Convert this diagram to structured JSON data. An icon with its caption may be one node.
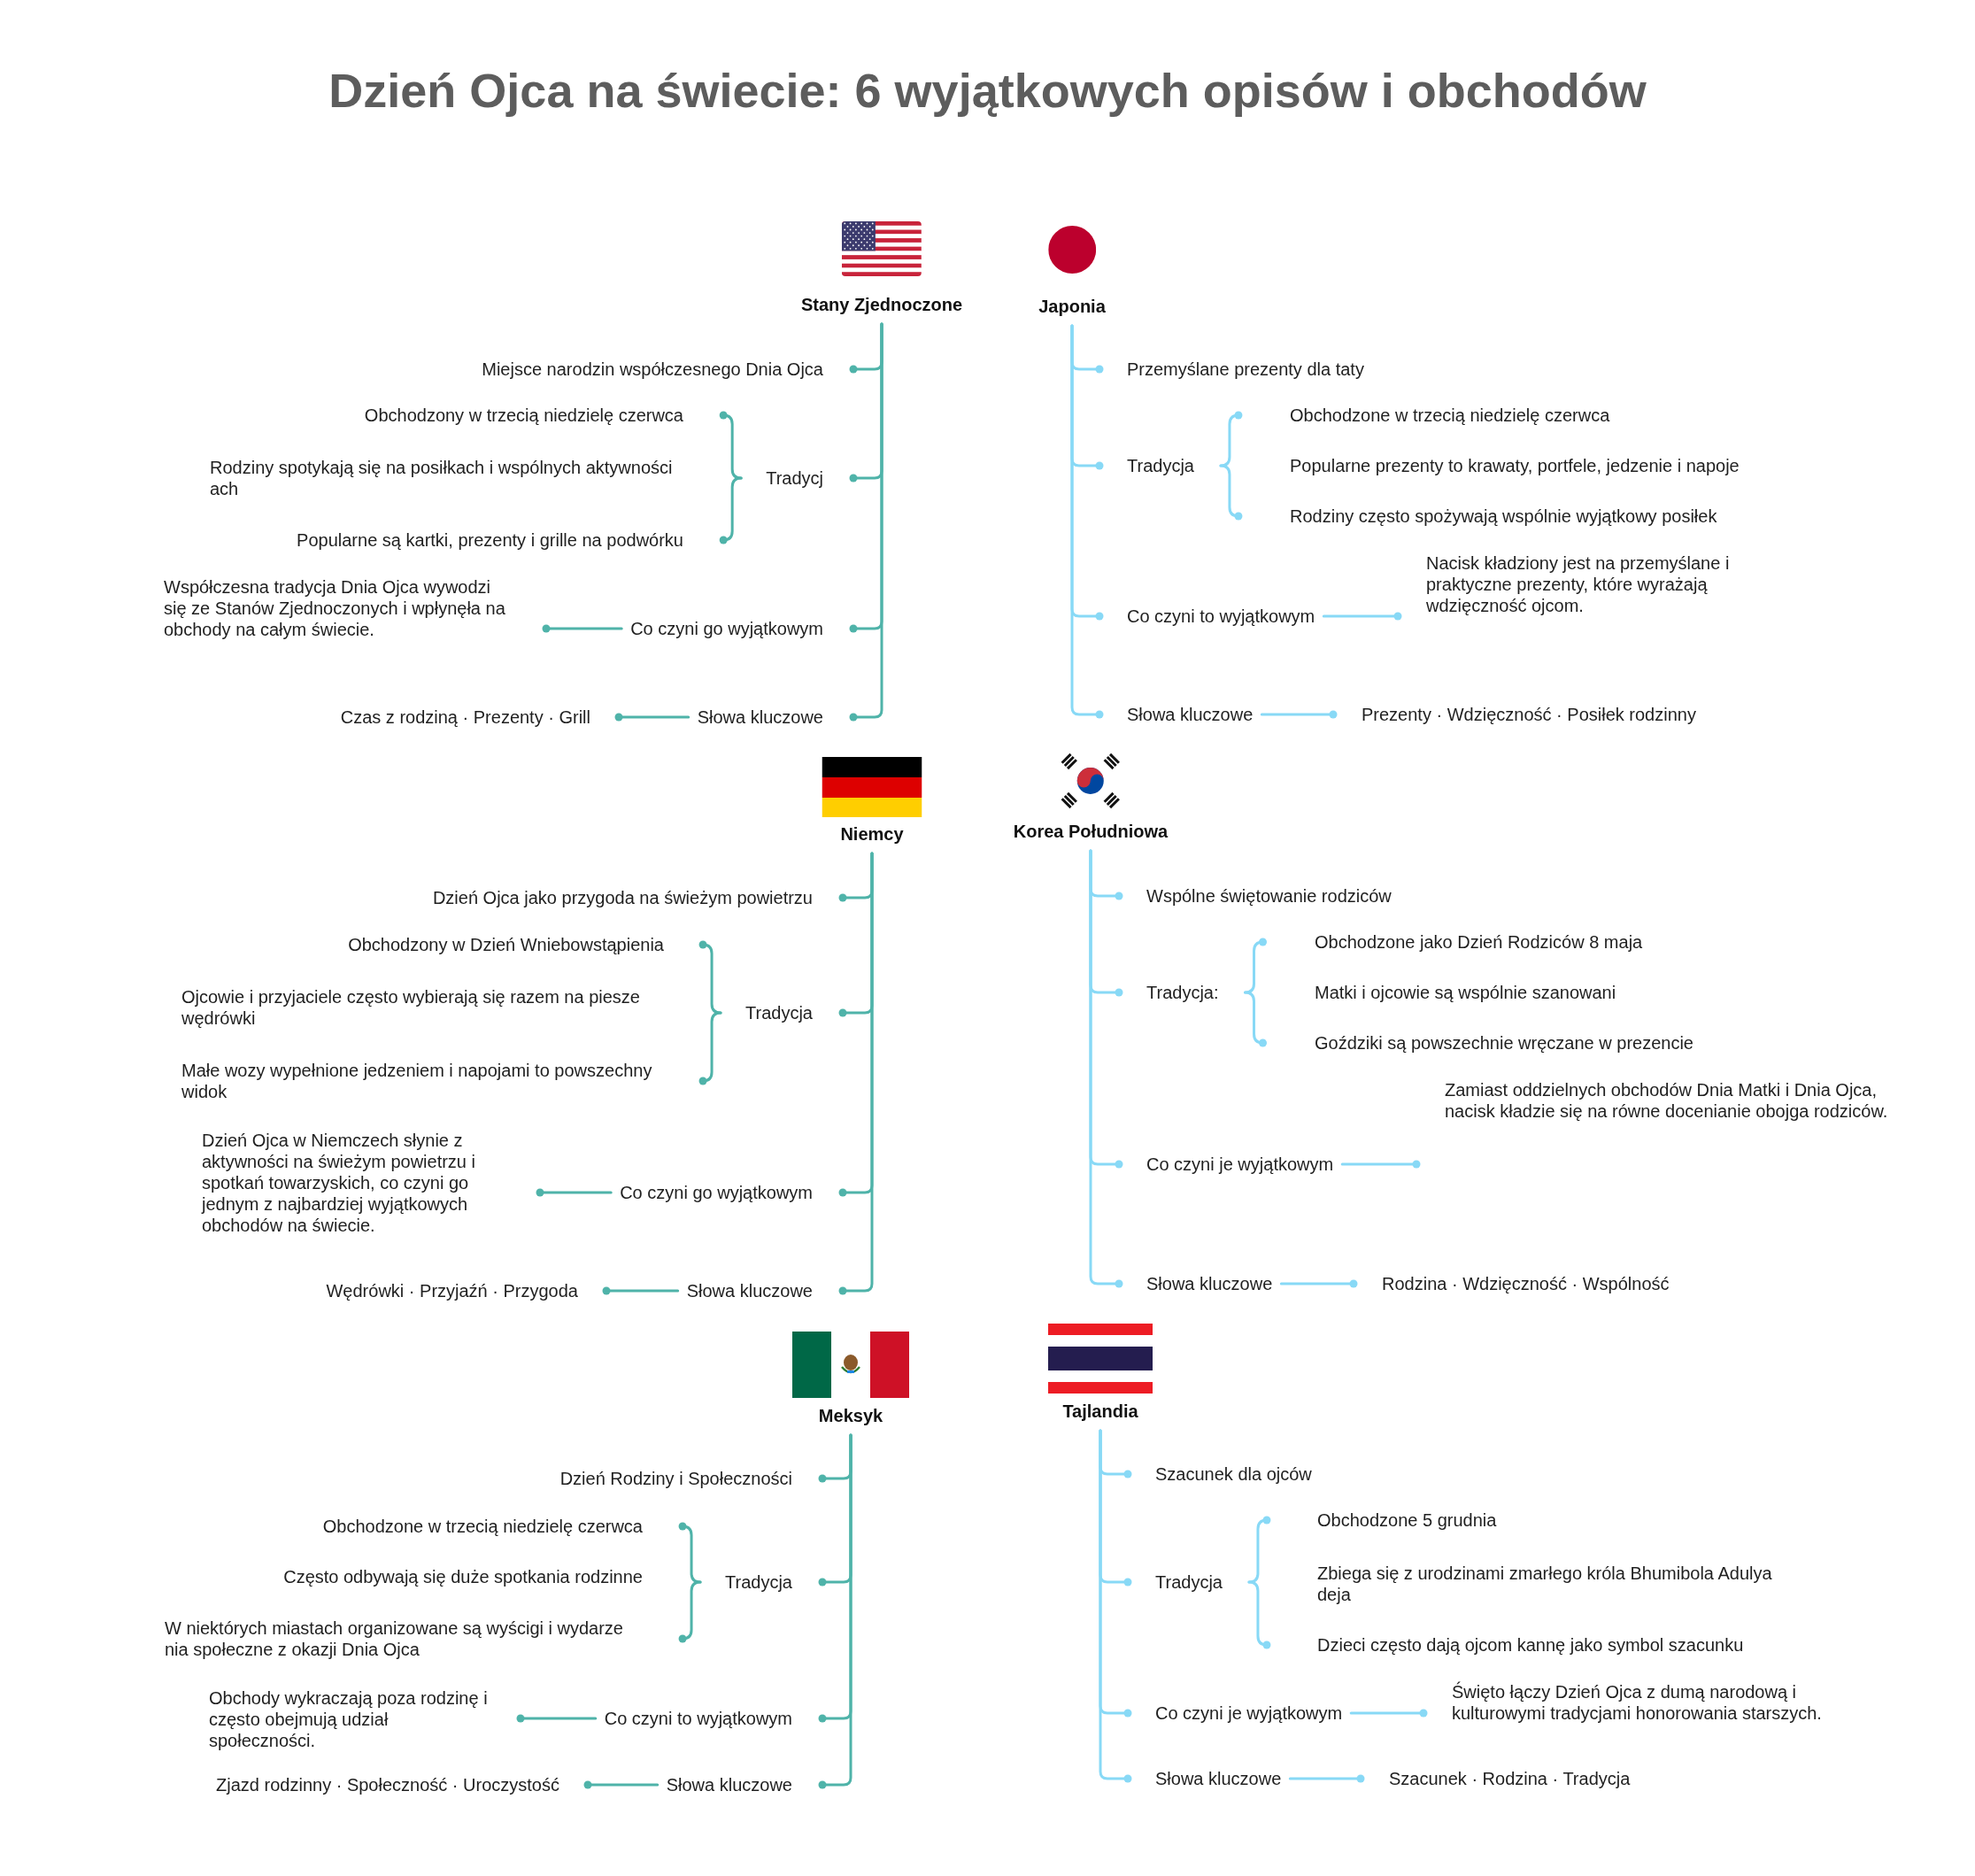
{
  "diagram": {
    "title": "Dzień Ojca na świecie: 6 wyjątkowych opisów i obchodów",
    "nodes": [
      {
        "text": [
          "Stany Zjednoczone"
        ]
      },
      {
        "text": [
          "Miejsce narodzin współczesnego Dnia Ojca"
        ]
      },
      {
        "text": [
          "Tradycj"
        ]
      },
      {
        "text": [
          "Obchodzony w trzecią niedzielę czerwca"
        ]
      },
      {
        "text": [
          "Rodziny spotykają się na posiłkach i wspólnych aktywności ach"
        ]
      },
      {
        "text": [
          "Popularne są kartki, prezenty i grille na podwórku"
        ]
      },
      {
        "text": [
          "Co czyni go wyjątkowym"
        ]
      },
      {
        "text": [
          "Współczesna tradycja Dnia Ojca wywodzi się ze Stanów Zjednoczonych i wpłynęła na obchody na całym świecie."
        ]
      },
      {
        "text": [
          "Słowa kluczowe"
        ]
      },
      {
        "text": [
          "Czas z rodziną · Prezenty · Grill"
        ]
      },
      {
        "text": [
          "Japonia"
        ]
      },
      {
        "text": [
          "Przemyślane prezenty dla taty"
        ]
      },
      {
        "text": [
          "Tradycja"
        ]
      },
      {
        "text": [
          "Obchodzone w trzecią niedzielę czerwca"
        ]
      },
      {
        "text": [
          "Popularne prezenty to krawaty, portfele, jedzenie i napoje"
        ]
      },
      {
        "text": [
          "Rodziny często spożywają wspólnie wyjątkowy posiłek"
        ]
      },
      {
        "text": [
          "Co czyni to wyjątkowym"
        ]
      },
      {
        "text": [
          "Nacisk kładziony jest na przemyślane i praktyczne prezenty, które wyrażają wdzięczność ojcom."
        ]
      },
      {
        "text": [
          "Słowa kluczowe"
        ]
      },
      {
        "text": [
          "Prezenty · Wdzięczność · Posiłek rodzinny"
        ]
      },
      {
        "text": [
          "Niemcy"
        ]
      },
      {
        "text": [
          "Dzień Ojca jako przygoda na świeżym powietrzu"
        ]
      },
      {
        "text": [
          "Tradycja"
        ]
      },
      {
        "text": [
          "Obchodzony w Dzień Wniebowstąpienia"
        ]
      },
      {
        "text": [
          "Ojcowie i przyjaciele często wybierają się razem na piesze wędrówki"
        ]
      },
      {
        "text": [
          "Małe wozy wypełnione jedzeniem i napojami to powszechny widok"
        ]
      },
      {
        "text": [
          "Co czyni go wyjątkowym"
        ]
      },
      {
        "text": [
          "Dzień Ojca w Niemczech słynie z aktywności na świeżym powietrzu i spotkań towarzyskich, co czyni go jednym z najbardziej wyjątkowych obchodów na świecie."
        ]
      },
      {
        "text": [
          "Słowa kluczowe"
        ]
      },
      {
        "text": [
          "Wędrówki · Przyjaźń · Przygoda"
        ]
      },
      {
        "text": [
          "Korea Południowa"
        ]
      },
      {
        "text": [
          "Wspólne świętowanie rodziców"
        ]
      },
      {
        "text": [
          "Tradycja:"
        ]
      },
      {
        "text": [
          "Obchodzone jako Dzień Rodziców 8 maja"
        ]
      },
      {
        "text": [
          "Matki i ojcowie są wspólnie szanowani"
        ]
      },
      {
        "text": [
          "Goździki są powszechnie wręczane w prezencie"
        ]
      },
      {
        "text": [
          "Co czyni je wyjątkowym"
        ]
      },
      {
        "text": [
          "Zamiast oddzielnych obchodów Dnia Matki i Dnia Ojca, nacisk kładzie się na równe docenianie obojga rodziców."
        ]
      },
      {
        "text": [
          "Słowa kluczowe"
        ]
      },
      {
        "text": [
          "Rodzina · Wdzięczność · Wspólność"
        ]
      },
      {
        "text": [
          "Meksyk"
        ]
      },
      {
        "text": [
          "Dzień Rodziny i Społeczności"
        ]
      },
      {
        "text": [
          "Tradycja"
        ]
      },
      {
        "text": [
          "Obchodzone w trzecią niedzielę czerwca"
        ]
      },
      {
        "text": [
          "Często odbywają się duże spotkania rodzinne"
        ]
      },
      {
        "text": [
          "W niektórych miastach organizowane są wyścigi i wydarze nia społeczne z okazji Dnia Ojca"
        ]
      },
      {
        "text": [
          "Co czyni to wyjątkowym"
        ]
      },
      {
        "text": [
          "Obchody wykraczają poza rodzinę i często obejmują udział społeczności."
        ]
      },
      {
        "text": [
          "Słowa kluczowe"
        ]
      },
      {
        "text": [
          "Zjazd rodzinny · Społeczność · Uroczystość"
        ]
      },
      {
        "text": [
          "Tajlandia"
        ]
      },
      {
        "text": [
          "Szacunek dla ojców"
        ]
      },
      {
        "text": [
          "Tradycja"
        ]
      },
      {
        "text": [
          "Obchodzone 5 grudnia"
        ]
      },
      {
        "text": [
          "Zbiega się z urodzinami zmarłego króla Bhumibola Adulya deja"
        ]
      },
      {
        "text": [
          "Dzieci często dają ojcom kannę jako symbol szacunku"
        ]
      },
      {
        "text": [
          "Co czyni je wyjątkowym"
        ]
      },
      {
        "text": [
          "Święto łączy Dzień Ojca z dumą narodową i kulturowymi tradycjami honorowania starszych."
        ]
      },
      {
        "text": [
          "Słowa kluczowe"
        ]
      },
      {
        "text": [
          "Szacunek · Rodzina · Tradycja"
        ]
      }
    ],
    "edges": [
      {
        "from": 0,
        "to": 1,
        "arrow": "other"
      },
      {
        "from": 0,
        "to": 2,
        "arrow": "other"
      },
      {
        "from": 2,
        "to": 3,
        "arrow": "other"
      },
      {
        "from": 2,
        "to": 5,
        "arrow": "other"
      },
      {
        "from": 0,
        "to": 6,
        "arrow": "other"
      },
      {
        "from": 6,
        "to": 7,
        "arrow": "other"
      },
      {
        "from": 0,
        "to": 8,
        "arrow": "other"
      },
      {
        "from": 8,
        "to": 9,
        "arrow": "other"
      },
      {
        "from": 10,
        "to": 11,
        "arrow": "other",
        "color": "#88d9f6"
      },
      {
        "from": 10,
        "to": 12,
        "arrow": "other",
        "color": "#88d9f6"
      },
      {
        "from": 12,
        "to": 13,
        "arrow": "other",
        "color": "#88d9f6"
      },
      {
        "from": 12,
        "to": 15,
        "arrow": "other",
        "color": "#88d9f6"
      },
      {
        "from": 10,
        "to": 16,
        "arrow": "other",
        "color": "#88d9f6"
      },
      {
        "from": 16,
        "to": 17,
        "arrow": "other",
        "color": "#88d9f6"
      },
      {
        "from": 10,
        "to": 18,
        "arrow": "other",
        "color": "#88d9f6"
      },
      {
        "from": 18,
        "to": 19,
        "arrow": "other",
        "color": "#88d9f6"
      },
      {
        "from": 20,
        "to": 21,
        "arrow": "other"
      },
      {
        "from": 20,
        "to": 22,
        "arrow": "other"
      },
      {
        "from": 22,
        "to": 23,
        "arrow": "other"
      },
      {
        "from": 22,
        "to": 25,
        "arrow": "other"
      },
      {
        "from": 20,
        "to": 26,
        "arrow": "other"
      },
      {
        "from": 26,
        "to": 27,
        "arrow": "other"
      },
      {
        "from": 20,
        "to": 28,
        "arrow": "other"
      },
      {
        "from": 28,
        "to": 29,
        "arrow": "other"
      },
      {
        "from": 30,
        "to": 31,
        "arrow": "other",
        "color": "#88d9f6"
      },
      {
        "from": 30,
        "to": 32,
        "arrow": "other",
        "color": "#88d9f6"
      },
      {
        "from": 32,
        "to": 33,
        "arrow": "other",
        "color": "#88d9f6"
      },
      {
        "from": 32,
        "to": 35,
        "arrow": "other",
        "color": "#88d9f6"
      },
      {
        "from": 30,
        "to": 36,
        "arrow": "other",
        "color": "#88d9f6"
      },
      {
        "from": 36,
        "to": 37,
        "arrow": "other",
        "color": "#88d9f6"
      },
      {
        "from": 30,
        "to": 38,
        "arrow": "other",
        "color": "#88d9f6"
      },
      {
        "from": 38,
        "to": 39,
        "arrow": "other",
        "color": "#88d9f6"
      },
      {
        "from": 40,
        "to": 41,
        "arrow": "other"
      },
      {
        "from": 40,
        "to": 42,
        "arrow": "other"
      },
      {
        "from": 42,
        "to": 43,
        "arrow": "other"
      },
      {
        "from": 42,
        "to": 45,
        "arrow": "other"
      },
      {
        "from": 40,
        "to": 46,
        "arrow": "other"
      },
      {
        "from": 46,
        "to": 47,
        "arrow": "other"
      },
      {
        "from": 40,
        "to": 48,
        "arrow": "other"
      },
      {
        "from": 48,
        "to": 49,
        "arrow": "other"
      },
      {
        "from": 50,
        "to": 51,
        "arrow": "other",
        "color": "#88d9f6"
      },
      {
        "from": 50,
        "to": 52,
        "arrow": "other",
        "color": "#88d9f6"
      },
      {
        "from": 52,
        "to": 53,
        "arrow": "other",
        "color": "#88d9f6"
      },
      {
        "from": 52,
        "to": 55,
        "arrow": "other",
        "color": "#88d9f6"
      },
      {
        "from": 50,
        "to": 56,
        "arrow": "other",
        "color": "#88d9f6"
      },
      {
        "from": 56,
        "to": 57,
        "arrow": "other",
        "color": "#88d9f6"
      },
      {
        "from": 50,
        "to": 58,
        "arrow": "other",
        "color": "#88d9f6"
      },
      {
        "from": 58,
        "to": 59,
        "arrow": "other",
        "color": "#88d9f6"
      }
    ]
  }
}
